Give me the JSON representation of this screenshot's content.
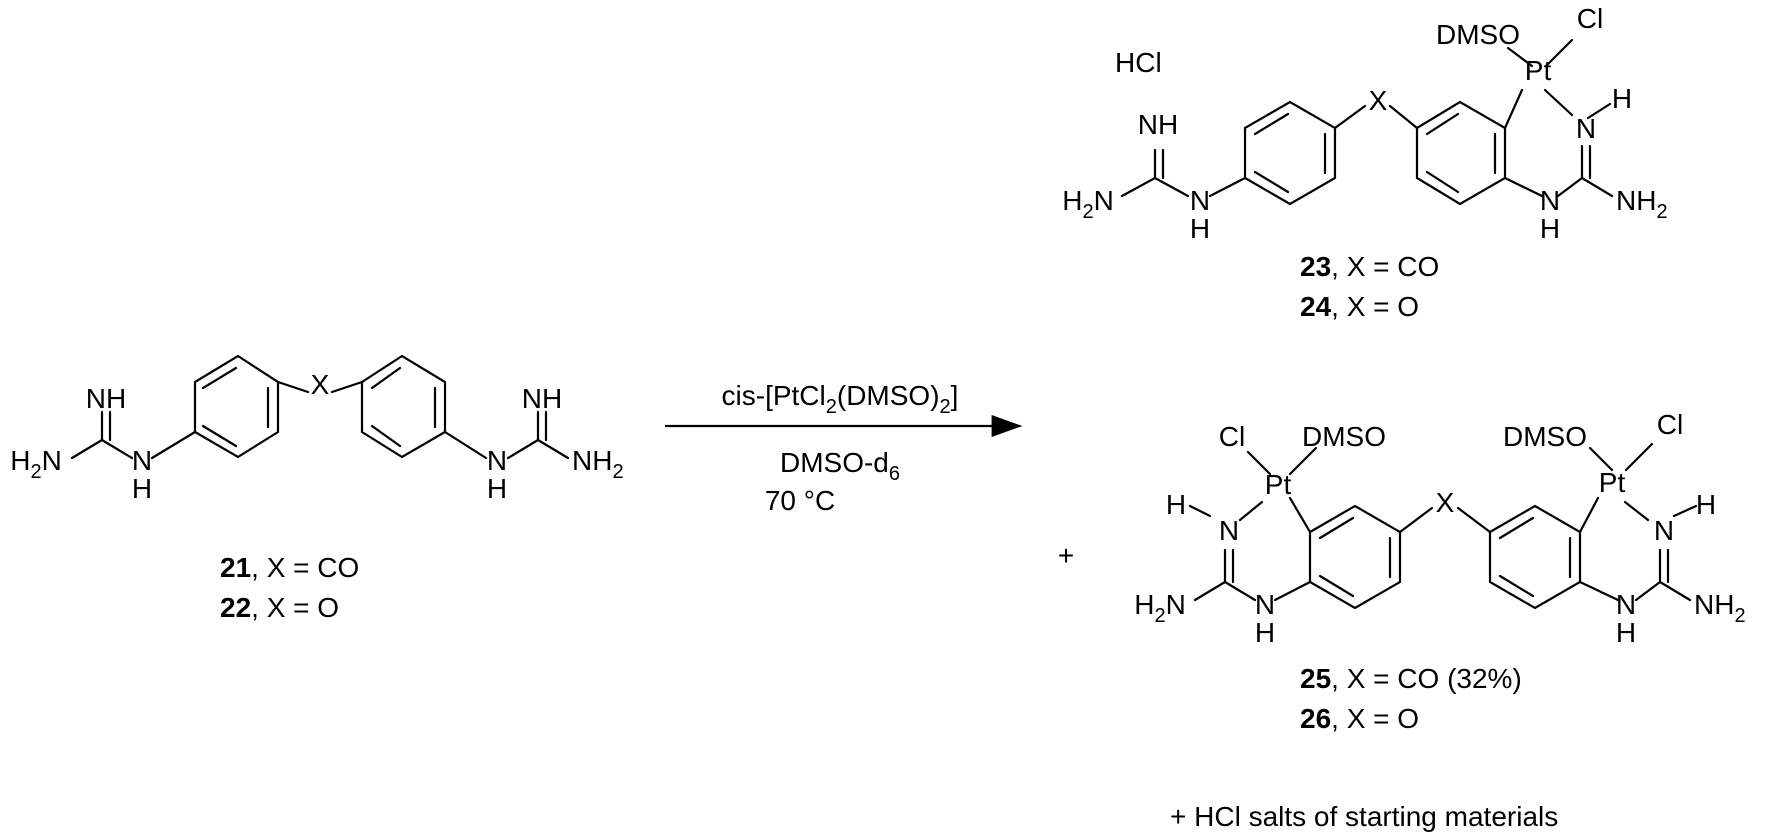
{
  "reaction": {
    "reagent_main": "cis-[PtCl",
    "reagent_sub_a": "2",
    "reagent_mid": "(DMSO)",
    "reagent_sub_b": "2",
    "reagent_end": "]",
    "solvent_main": "DMSO-d",
    "solvent_sub": "6",
    "temperature": "70 °C",
    "plus": "+",
    "footnote": "+ HCl salts of starting materials"
  },
  "atoms": {
    "NH": "NH",
    "N": "N",
    "H": "H",
    "X": "X",
    "Pt": "Pt",
    "Cl": "Cl",
    "HCl": "HCl",
    "DMSO": "DMSO",
    "H2N_H": "H",
    "H2N_N": "N",
    "NH2_N": "NH",
    "sub2": "2"
  },
  "compounds": {
    "c21": {
      "num": "21",
      "desc": ", X = CO"
    },
    "c22": {
      "num": "22",
      "desc": ", X = O"
    },
    "c23": {
      "num": "23",
      "desc": ", X = CO"
    },
    "c24": {
      "num": "24",
      "desc": ", X = O"
    },
    "c25": {
      "num": "25",
      "desc": ", X = CO (32%)"
    },
    "c26": {
      "num": "26",
      "desc": ", X = O"
    }
  }
}
